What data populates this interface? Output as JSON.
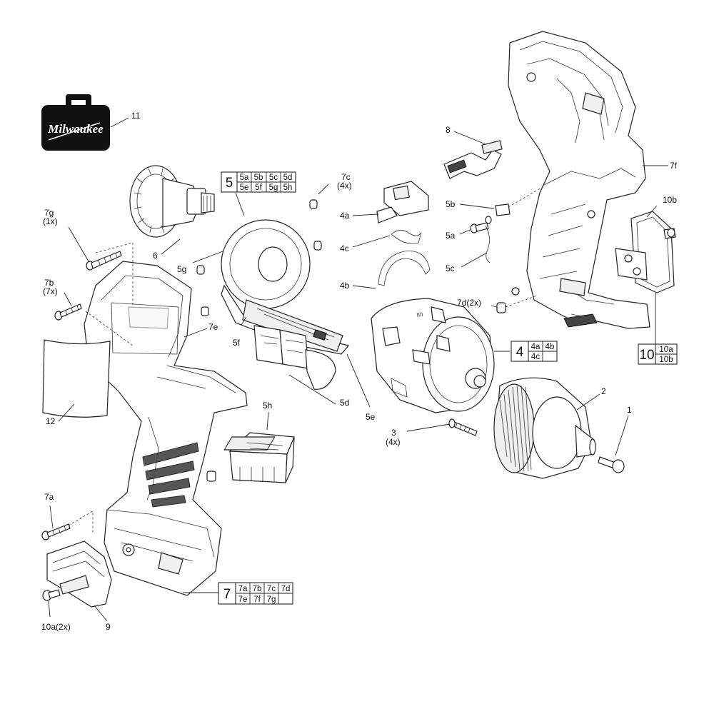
{
  "brand": {
    "logo_text": "Milwaukee"
  },
  "callouts": {
    "c1": "1",
    "c2": "2",
    "c3": "3",
    "c3_qty": "(4x)",
    "c4a": "4a",
    "c4b": "4b",
    "c4c": "4c",
    "c5a": "5a",
    "c5b": "5b",
    "c5c": "5c",
    "c5d": "5d",
    "c5e": "5e",
    "c5f": "5f",
    "c5g": "5g",
    "c5h": "5h",
    "c6": "6",
    "c7a": "7a",
    "c7b": "7b",
    "c7b_qty": "(7x)",
    "c7c": "7c",
    "c7c_qty": "(4x)",
    "c7d": "7d(2x)",
    "c7e": "7e",
    "c7f": "7f",
    "c7g": "7g",
    "c7g_qty": "(1x)",
    "c8": "8",
    "c9": "9",
    "c10a": "10a(2x)",
    "c10b": "10b",
    "c11": "11",
    "c12": "12"
  },
  "kit_tables": {
    "kit5": {
      "number": "5",
      "cells": [
        "5a",
        "5b",
        "5c",
        "5d",
        "5e",
        "5f",
        "5g",
        "5h"
      ]
    },
    "kit4": {
      "number": "4",
      "cells": [
        "4a",
        "4b",
        "4c",
        ""
      ]
    },
    "kit7": {
      "number": "7",
      "cells": [
        "7a",
        "7b",
        "7c",
        "7d",
        "7e",
        "7f",
        "7g",
        ""
      ]
    },
    "kit10": {
      "number": "10",
      "cells": [
        "10a",
        "10b"
      ]
    }
  }
}
